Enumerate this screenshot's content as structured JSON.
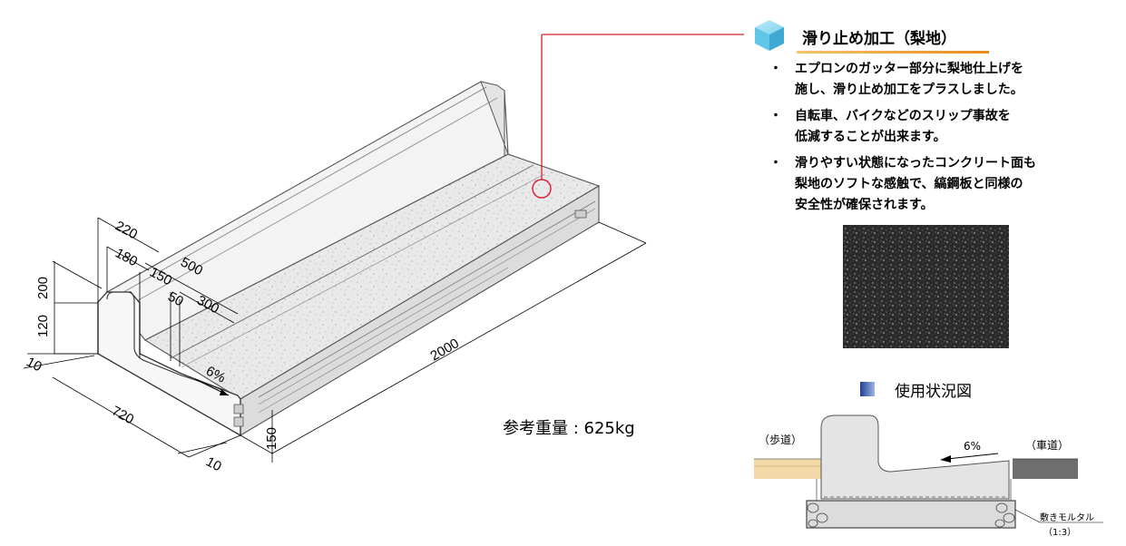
{
  "feature": {
    "title": "滑り止め加工（梨地）",
    "bullets": [
      [
        "エプロンのガッター部分に梨地仕上げを",
        "施し、滑り止め加工をプラスしました。"
      ],
      [
        "自転車、バイクなどのスリップ事故を",
        "低減することが出来ます。"
      ],
      [
        "滑りやすい状態になったコンクリート面も",
        "梨地のソフトな感触で、縞鋼板と同様の",
        "安全性が確保されます。"
      ]
    ],
    "bullet_mark": "・"
  },
  "weight": {
    "label": "参考重量 : 625kg"
  },
  "dimensions": {
    "d220": "220",
    "d180": "180",
    "d500": "500",
    "d150_top": "150",
    "d50": "50",
    "d300": "300",
    "d200": "200",
    "d120": "120",
    "d10_left": "10",
    "d720": "720",
    "d10_bottom": "10",
    "d2000": "2000",
    "d150_side": "150",
    "slope_main": "6%"
  },
  "usage": {
    "title": "使用状況図",
    "sidewalk": "（歩道）",
    "roadway": "（車道）",
    "slope": "6%",
    "mortar": "敷きモルタル",
    "mortar_ratio": "（1:3）"
  },
  "colors": {
    "accent_red": "#d6202f",
    "accent_orange": "#f0a030",
    "cube_cyan": "#5fc6e8",
    "concrete_light": "#f2f2f2",
    "concrete_shadow": "#d7d7d7",
    "texture_dark": "#2b2b2b",
    "sidewalk_tan": "#f2d9a8"
  }
}
